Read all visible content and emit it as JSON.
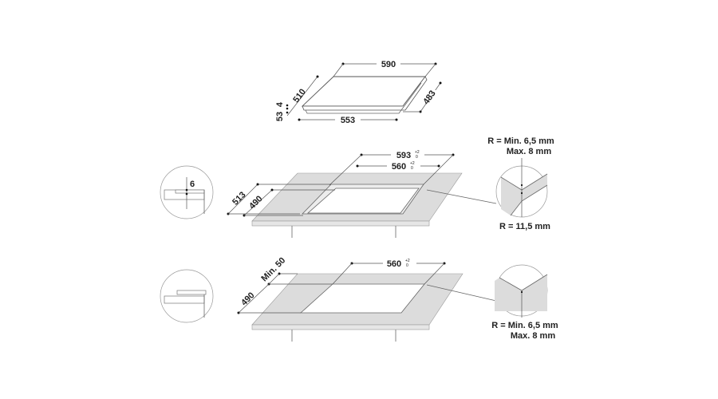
{
  "hob": {
    "width": "590",
    "depth": "510",
    "base_width": "553",
    "base_depth": "483",
    "glass_thickness": "4",
    "total_height": "53"
  },
  "flush_mount": {
    "outer_width": "593",
    "outer_depth": "513",
    "inner_width": "560",
    "inner_depth": "490",
    "tol_plus": "+2",
    "tol_minus": "0",
    "recess_depth": "6",
    "corner_radius_label": "R = Min. 6,5 mm",
    "corner_radius_max": "Max. 8 mm",
    "outer_radius_label": "R = 11,5 mm"
  },
  "standard_mount": {
    "cut_width": "560",
    "cut_depth": "490",
    "min_edge": "Min. 50",
    "tol_plus": "+2",
    "tol_minus": "0",
    "corner_radius_label": "R = Min. 6,5 mm",
    "corner_radius_max": "Max. 8 mm"
  },
  "colors": {
    "counter": "#dcdcdc",
    "line": "#666666"
  }
}
